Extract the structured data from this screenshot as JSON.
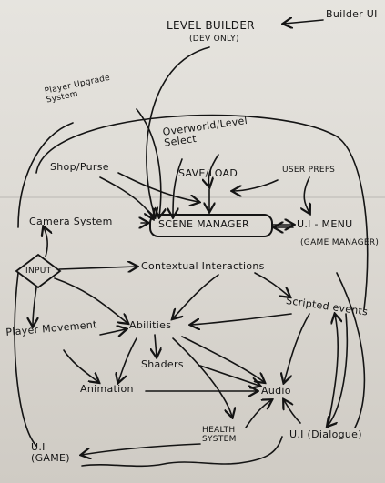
{
  "nodes": {
    "builder_ui": "Builder UI",
    "level_builder": "LEVEL BUILDER",
    "level_builder_note": "(DEV ONLY)",
    "upgrade": "Player Upgrade System",
    "overworld": "Overworld/Level Select",
    "shop": "Shop/Purse",
    "save_load": "SAVE/LOAD",
    "user_prefs": "USER PREFS",
    "camera": "Camera System",
    "scene_manager": "SCENE MANAGER",
    "ui_menu": "U.I - MENU",
    "game_manager": "(GAME MANAGER)",
    "input": "INPUT",
    "contextual": "Contextual Interactions",
    "scripted": "Scripted events",
    "player_movement": "Player Movement",
    "abilities": "Abilities",
    "shaders": "Shaders",
    "animation": "Animation",
    "audio": "Audio",
    "health": "HEALTH SYSTEM",
    "ui_game": "U.I (GAME)",
    "ui_dialogue": "U.I (Dialogue)"
  },
  "colors": {
    "ink": "#141414",
    "paper": "#e3e0da"
  }
}
